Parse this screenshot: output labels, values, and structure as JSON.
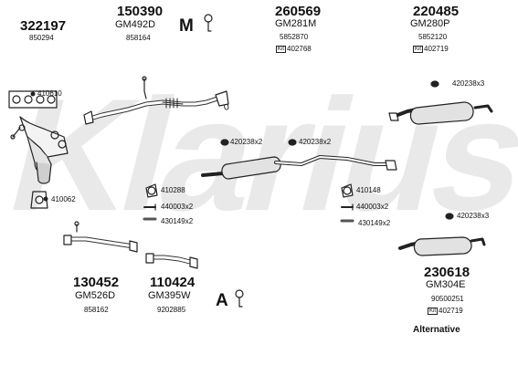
{
  "watermark": {
    "text": "Klarius"
  },
  "icons": {
    "mounting_letter": "M",
    "accessories_letter": "A"
  },
  "labels": {
    "kit_badge": "Kit",
    "alternative": "Alternative"
  },
  "parts": {
    "p322197": {
      "number": "322197",
      "ref": "850294"
    },
    "p150390": {
      "number": "150390",
      "oe": "GM492D",
      "ref": "858164"
    },
    "p260569": {
      "number": "260569",
      "oe": "GM281M",
      "ref": "5852870",
      "kit": "402768"
    },
    "p220485": {
      "number": "220485",
      "oe": "GM280P",
      "ref": "5852120",
      "kit": "402719"
    },
    "p130452": {
      "number": "130452",
      "oe": "GM526D",
      "ref": "858162"
    },
    "p110424": {
      "number": "110424",
      "oe": "GM395W",
      "ref": "9202885"
    },
    "p230618": {
      "number": "230618",
      "oe": "GM304E",
      "ref": "90500251",
      "kit": "402719"
    }
  },
  "hardware": {
    "h410610": "410610",
    "h420238x3_top": "420238x3",
    "h420238x2_left": "420238x2",
    "h420238x2_right": "420238x2",
    "h410288": "410288",
    "h410148": "410148",
    "h410062": "410062",
    "h440003x2_left": "440003x2",
    "h440003x2_right": "440003x2",
    "h420238x3_bottom": "420238x3",
    "h430149x2_left": "430149x2",
    "h430149x2_right": "430149x2"
  }
}
